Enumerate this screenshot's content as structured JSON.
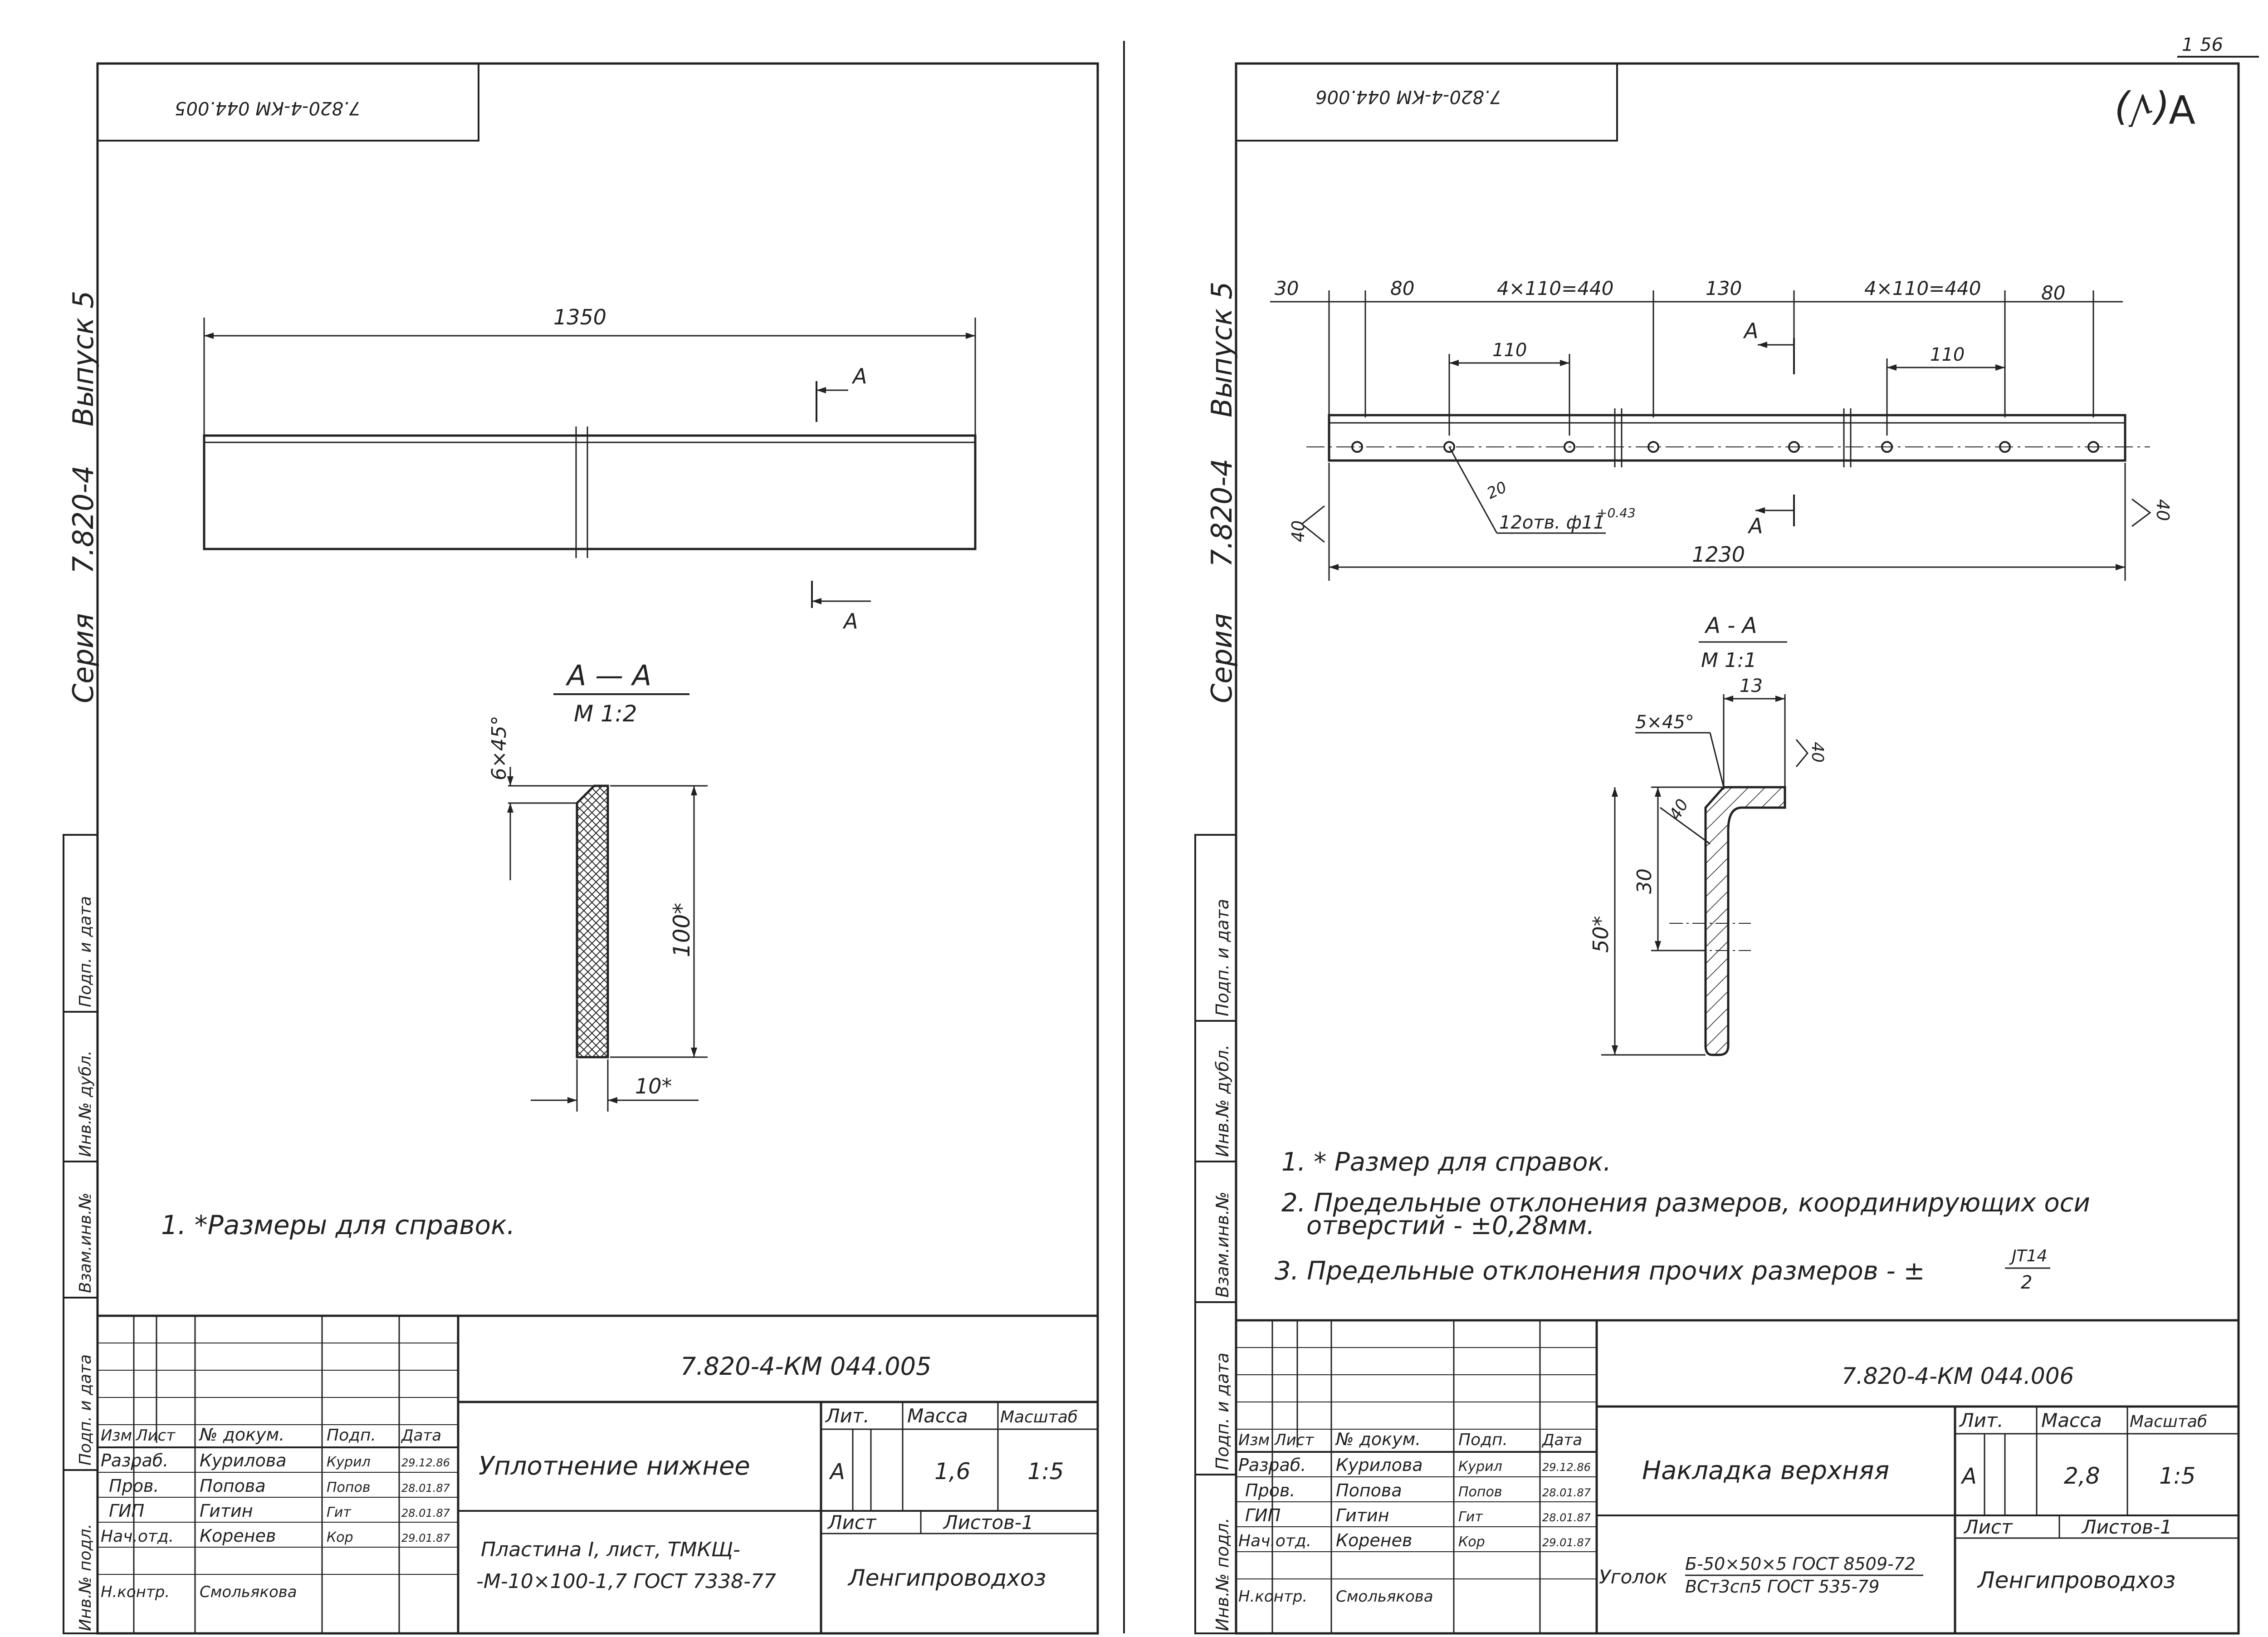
{
  "page_number": "56",
  "divider_line": "1",
  "left": {
    "stamp_code": "7.820-4-КМ 044.005",
    "side_series": "Серия",
    "side_series_num": "7.820-4",
    "side_issue": "Выпуск 5",
    "dim_length": "1350",
    "section_mark": "А",
    "section_title": "А — А",
    "section_scale": "М 1:2",
    "dim_chamfer": "6×45°",
    "dim_height": "100*",
    "dim_thickness": "10*",
    "note_1": "1. *Размеры для справок.",
    "tb": {
      "code": "7.820-4-КМ 044.005",
      "hdr_izm": "Изм",
      "hdr_list": "Лист",
      "hdr_doc": "№ докум.",
      "hdr_sign": "Подп.",
      "hdr_date": "Дата",
      "r1_role": "Разраб.",
      "r1_name": "Курилова",
      "r1_sign": "Курил",
      "r1_date": "29.12.86",
      "r2_role": "Пров.",
      "r2_name": "Попова",
      "r2_sign": "Попов",
      "r2_date": "28.01.87",
      "r3_role": "ГИП",
      "r3_name": "Гитин",
      "r3_sign": "Гит",
      "r3_date": "28.01.87",
      "r4_role": "Нач.отд.",
      "r4_name": "Коренев",
      "r4_sign": "Кор",
      "r4_date": "29.01.87",
      "r5_role": "Н.контр.",
      "r5_name": "Смольякова",
      "title": "Уплотнение нижнее",
      "lit_h": "Лит.",
      "mass_h": "Масса",
      "scale_h": "Масштаб",
      "lit": "А",
      "mass": "1,6",
      "scale": "1:5",
      "sheet_h": "Лист",
      "sheets_h": "Листов-1",
      "material_1": "Пластина I, лист, ТМКЩ-",
      "material_2": "-М-10×100-1,7 ГОСТ 7338-77",
      "org": "Ленгипроводхоз"
    },
    "side_cells": [
      "Взам.инв.№",
      "Инв.№ дубл.",
      "Подп. и дата",
      "Инв.№ подл.",
      "Подп. и дата"
    ]
  },
  "right": {
    "stamp_code": "7.820-4-КМ 044.006",
    "roughness": "∀(√)",
    "side_series": "Серия",
    "side_series_num": "7.820-4",
    "side_issue": "Выпуск 5",
    "dims_top": [
      "30",
      "80",
      "4×110=440",
      "130",
      "4×110=440",
      "80"
    ],
    "dim_110_left": "110",
    "dim_110_right": "110",
    "section_mark": "А",
    "dim_20": "20",
    "holes_label": "12отв. ф11",
    "holes_tol": "+0.43",
    "dim_40_left": "40",
    "dim_40_right": "40",
    "dim_total": "1230",
    "section_title": "А - А",
    "section_scale": "М 1:1",
    "dim_13": "13",
    "dim_chamfer": "5×45°",
    "dim_40_flange": "40",
    "dim_40_corner": "40",
    "dim_30": "30",
    "dim_50": "50*",
    "note_1": "1. * Размер для справок.",
    "note_2a": "2. Предельные отклонения размеров, координирующих оси",
    "note_2b": "отверстий - ±0,28мм.",
    "note_3": "3. Предельные отклонения прочих размеров - ±",
    "note_3_num": "JT14",
    "note_3_den": "2",
    "tb": {
      "code": "7.820-4-КМ 044.006",
      "hdr_izm": "Изм",
      "hdr_list": "Лист",
      "hdr_doc": "№ докум.",
      "hdr_sign": "Подп.",
      "hdr_date": "Дата",
      "r1_role": "Разраб.",
      "r1_name": "Курилова",
      "r1_sign": "Курил",
      "r1_date": "29.12.86",
      "r2_role": "Пров.",
      "r2_name": "Попова",
      "r2_sign": "Попов",
      "r2_date": "28.01.87",
      "r3_role": "ГИП",
      "r3_name": "Гитин",
      "r3_sign": "Гит",
      "r3_date": "28.01.87",
      "r4_role": "Нач.отд.",
      "r4_name": "Коренев",
      "r4_sign": "Кор",
      "r4_date": "29.01.87",
      "r5_role": "Н.контр.",
      "r5_name": "Смольякова",
      "title": "Накладка верхняя",
      "lit_h": "Лит.",
      "mass_h": "Масса",
      "scale_h": "Масштаб",
      "lit": "А",
      "mass": "2,8",
      "scale": "1:5",
      "sheet_h": "Лист",
      "sheets_h": "Листов-1",
      "material_pre": "Уголок",
      "material_1": "Б-50×50×5 ГОСТ 8509-72",
      "material_2": "ВСт3сп5 ГОСТ 535-79",
      "org": "Ленгипроводхоз"
    },
    "side_cells": [
      "Взам.инв.№",
      "Инв.№ дубл.",
      "Подп. и дата",
      "Инв.№ подл.",
      "Подп. и дата"
    ]
  }
}
